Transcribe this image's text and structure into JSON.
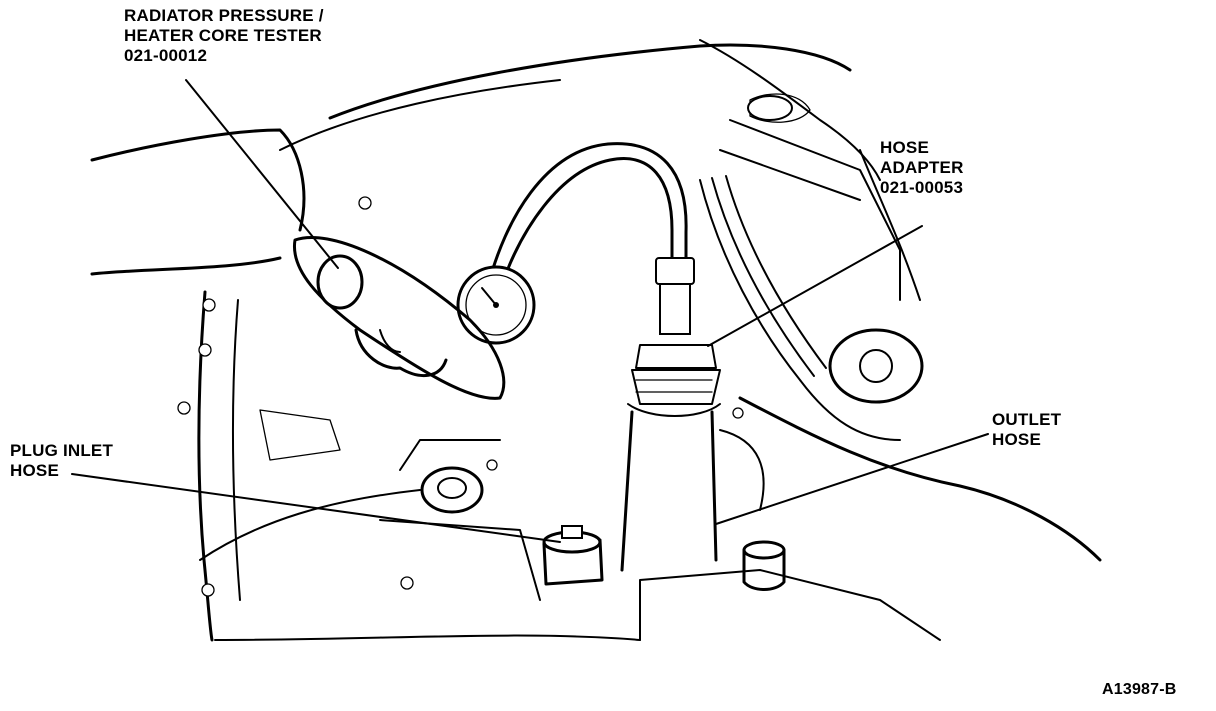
{
  "callouts": {
    "tester": {
      "line1": "RADIATOR PRESSURE /",
      "line2": "HEATER CORE TESTER",
      "line3": "021-00012"
    },
    "adapter": {
      "line1": "HOSE",
      "line2": "ADAPTER",
      "line3": "021-00053"
    },
    "outlet": {
      "line1": "OUTLET",
      "line2": "HOSE"
    },
    "plug": {
      "line1": "PLUG INLET",
      "line2": "HOSE"
    }
  },
  "figure_id": "A13987-B",
  "colors": {
    "ink": "#000000",
    "paper": "#ffffff"
  }
}
